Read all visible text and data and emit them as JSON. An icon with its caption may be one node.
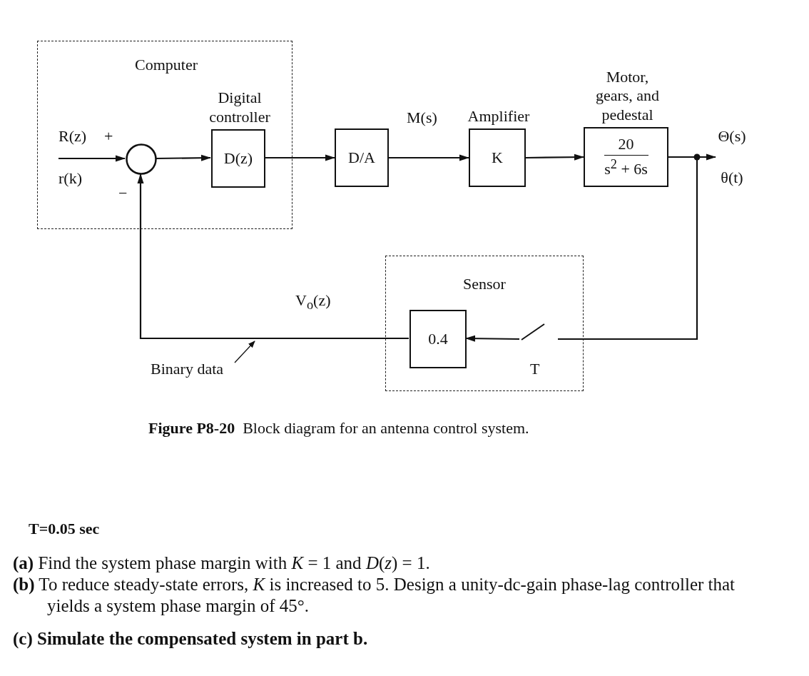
{
  "diagram": {
    "caption": "**Figure P8-20**  Block diagram for an antenna control system.",
    "nodes": [
      {
        "text": [
          "Computer"
        ]
      },
      {
        "text": [],
        "shape": "circle",
        "in": 0
      },
      {
        "text": [
          "Digital controller",
          "D(z)"
        ],
        "in": 0
      },
      {
        "text": [
          "D/A"
        ]
      },
      {
        "text": [
          "Amplifier",
          "K"
        ]
      },
      {
        "text": [
          "Motor, gears, and pedestal",
          "20",
          "s$^{2}$ + 6s"
        ]
      },
      {
        "text": [
          "Sensor"
        ]
      },
      {
        "text": [
          "0.4"
        ],
        "in": 6
      },
      {
        "text": [],
        "shape": "switch",
        "in": 6,
        "beside": [
          "T"
        ]
      },
      {
        "text": [
          "Binary data"
        ]
      },
      {
        "text": [
          "Θ(s)",
          "θ(t)"
        ]
      }
    ],
    "edges": [
      {
        "from": null,
        "to": 1,
        "arrow": "to"
      },
      {
        "from": 1,
        "to": 2,
        "arrow": "to"
      },
      {
        "from": 2,
        "to": 3,
        "arrow": "to"
      },
      {
        "from": 3,
        "to": 4,
        "arrow": "to",
        "label": "M(s)"
      },
      {
        "from": 4,
        "to": 5,
        "arrow": "to"
      },
      {
        "from": 5,
        "to": 10,
        "arrow": "to"
      },
      {
        "from": 5,
        "to": 8,
        "arrow": "none"
      },
      {
        "from": 8,
        "to": 7,
        "arrow": "to"
      },
      {
        "from": 7,
        "to": 1,
        "arrow": "to",
        "label": "V$_{o}$(z)"
      },
      {
        "from": 9,
        "to": null,
        "arrow": "to"
      }
    ],
    "labels": [
      "R(z)",
      "+",
      "r(k)",
      "−",
      "T=0.05 sec",
      "**(a)** Find the system phase margin with *K* = 1 and *D*(*z*) = 1.",
      "**(b)** To reduce steady-state errors, *K* is increased to 5. Design a unity-dc-gain phase-lag controller that yields a system phase margin of 45°.",
      "(c) Simulate the compensated system in part b."
    ]
  }
}
